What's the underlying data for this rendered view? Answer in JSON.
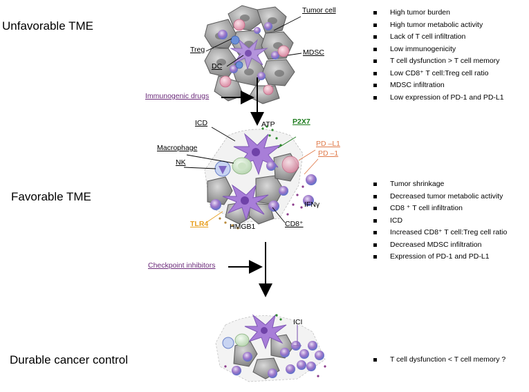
{
  "colors": {
    "drug_label": "#6b2a7a",
    "p2x7": "#1b7a1b",
    "pd": "#e07a4a",
    "tlr4": "#e8a020",
    "tumor_cell": "#8a8a8a",
    "dendritic_cell": "#a97ed6",
    "cd8_cell": "#8a58b5",
    "mdsc": "#e8a0b4",
    "treg": "#6a8fd8"
  },
  "stages": [
    {
      "title": "Unfavorable TME",
      "bullets": [
        "High tumor burden",
        "High tumor metabolic activity",
        "Lack of T cell infiltration",
        "Low immunogenicity",
        "T cell dysfunction > T cell memory",
        "Low CD8⁺ T cell:Treg cell ratio",
        "MDSC infiltration",
        "Low expression of PD-1 and PD-L1"
      ]
    },
    {
      "title": "Favorable TME",
      "bullets": [
        "Tumor shrinkage",
        "Decreased tumor metabolic activity",
        "CD8 ⁺ T cell infiltration",
        "ICD",
        "Increased CD8⁺ T cell:Treg cell ratio",
        "Decreased MDSC infiltration",
        "Expression of PD-1 and PD-L1"
      ]
    },
    {
      "title": "Durable cancer control",
      "bullets": [
        "T cell dysfunction < T cell memory ?"
      ]
    }
  ],
  "arrows": {
    "first": "Immunogenic drugs",
    "second": "Checkpoint inhibitors"
  },
  "labels": {
    "tumor_cell": "Tumor cell",
    "treg": "Treg",
    "mdsc": "MDSC",
    "dc": "DC",
    "icd": "ICD",
    "atp": "ATP",
    "p2x7": "P2X7",
    "macrophage": "Macrophage",
    "pd_l1": "PD –L1",
    "pd_1": "PD –1",
    "nk": "NK",
    "ifng": "IFNγ",
    "tlr4": "TLR4",
    "hmgb1": "HMGB1",
    "cd8": "CD8⁺",
    "ici": "ICI"
  },
  "icons": [
    "tumor-cluster-icon",
    "dendritic-cell-icon",
    "cd8-t-cell-icon",
    "mdsc-icon",
    "treg-icon",
    "macrophage-icon",
    "nk-cell-icon",
    "down-arrow-icon"
  ]
}
